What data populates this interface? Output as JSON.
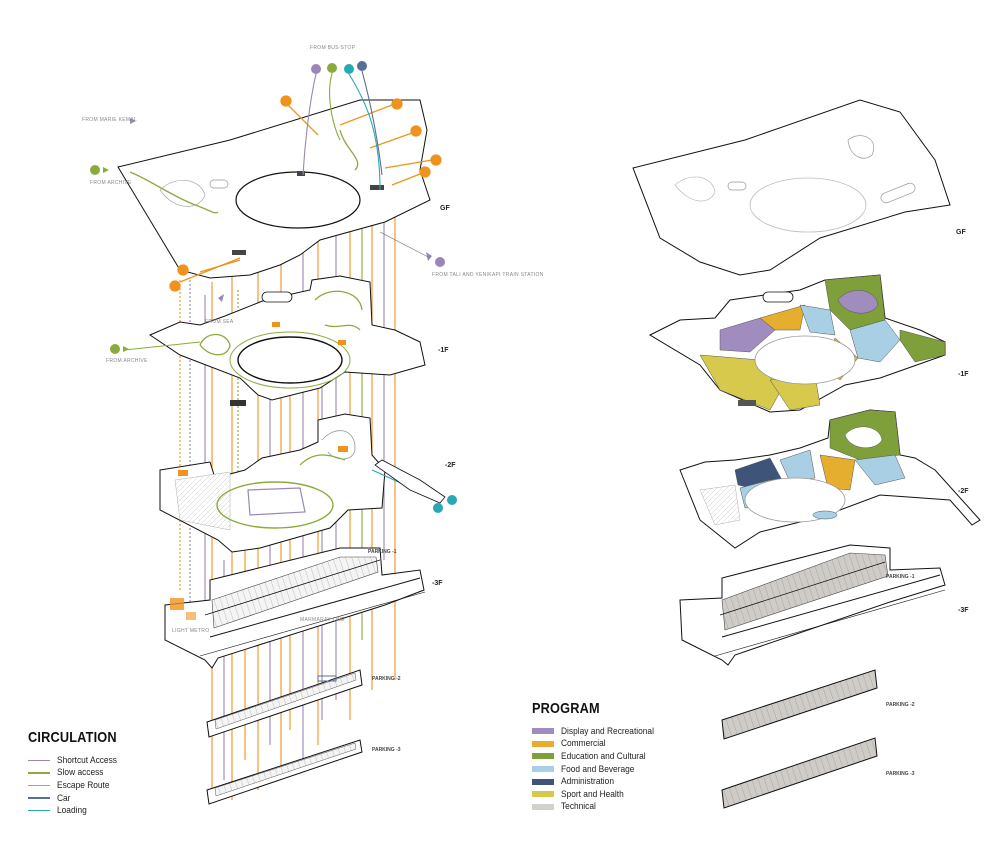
{
  "colors": {
    "shortcut": "#9a86b8",
    "slow": "#8aab3c",
    "escape": "#f0921e",
    "car": "#5a6f96",
    "loading": "#2aa7b5",
    "display": "#a08cbf",
    "commercial": "#e6ae2f",
    "education": "#7e9f3a",
    "food": "#a8cfe3",
    "admin": "#3e5478",
    "sport": "#d7c94c",
    "technical": "#d4d1cc"
  },
  "icons": [
    "walking-person-icon",
    "car-icon",
    "truck-icon",
    "direction-arrow-icon"
  ],
  "circulation_diagram": {
    "levels": {
      "gf": "GF",
      "f1": "-1F",
      "f2": "-2F",
      "f3": "-3F",
      "p1": "PARKING -1",
      "p2": "PARKING -2",
      "p3": "PARKING -3"
    },
    "annotations": {
      "from_bus_stop": "FROM BUS STOP",
      "from_marie_kemal": "FROM MARIE KEMAL",
      "from_archive_top": "FROM ARCHIVE",
      "from_tali_station": "FROM TALI AND YENIKAPI TRAIN STATION",
      "from_sea": "FROM SEA",
      "from_archive_mid": "FROM ARCHIVE",
      "light_metro": "LIGHT METRO",
      "marmaray_line": "MARMARAY LINE"
    }
  },
  "program_diagram": {
    "levels": {
      "gf": "GF",
      "f1": "-1F",
      "f2": "-2F",
      "f3": "-3F",
      "p1": "PARKING -1",
      "p2": "PARKING -2",
      "p3": "PARKING -3"
    }
  },
  "circulation_legend": {
    "title": "CIRCULATION",
    "items": [
      {
        "label": "Shortcut Access",
        "color": "#9a86b8"
      },
      {
        "label": "Slow access",
        "color": "#8aab3c"
      },
      {
        "label": "Escape Route",
        "color": "#f0921e"
      },
      {
        "label": "Car",
        "color": "#5a6f96"
      },
      {
        "label": "Loading",
        "color": "#2aa7b5"
      }
    ]
  },
  "program_legend": {
    "title": "PROGRAM",
    "items": [
      {
        "label": "Display and Recreational",
        "color": "#a08cbf"
      },
      {
        "label": "Commercial",
        "color": "#e6ae2f"
      },
      {
        "label": "Education and Cultural",
        "color": "#7e9f3a"
      },
      {
        "label": "Food and Beverage",
        "color": "#a8cfe3"
      },
      {
        "label": "Administration",
        "color": "#3e5478"
      },
      {
        "label": "Sport and Health",
        "color": "#d7c94c"
      },
      {
        "label": "Technical",
        "color": "#d4d1cc"
      }
    ]
  }
}
